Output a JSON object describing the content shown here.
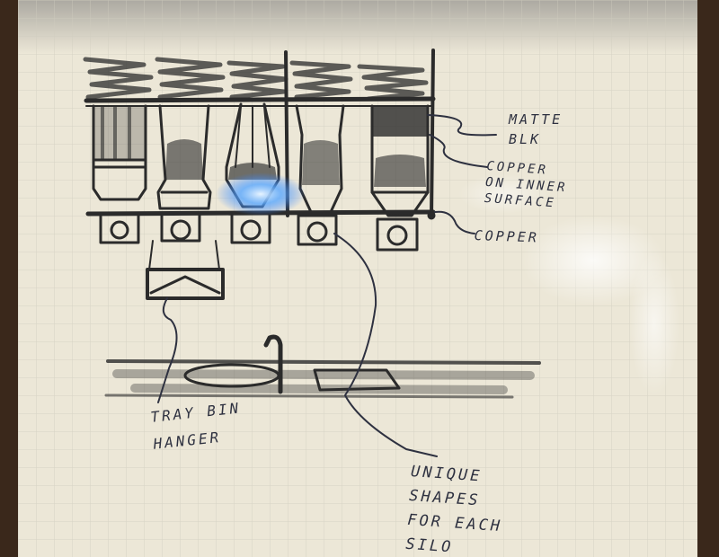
{
  "scene": {
    "subject": "whiteboard-sketch",
    "colors": {
      "frame": "#3a281b",
      "board": "#ece7d7",
      "grid": "#cfccbe",
      "marker": "#2b2b2b",
      "ink": "#2e3140",
      "glare": "#ffffff"
    }
  },
  "annotations": {
    "matte": [
      "MATTE",
      "BLK"
    ],
    "copper_inner": [
      "COPPER",
      "ON INNER",
      "SURFACE"
    ],
    "copper": "COPPER",
    "tray": [
      "TRAY BIN",
      "HANGER"
    ],
    "unique": [
      "UNIQUE",
      "SHAPES",
      "FOR EACH",
      "SILO"
    ]
  }
}
